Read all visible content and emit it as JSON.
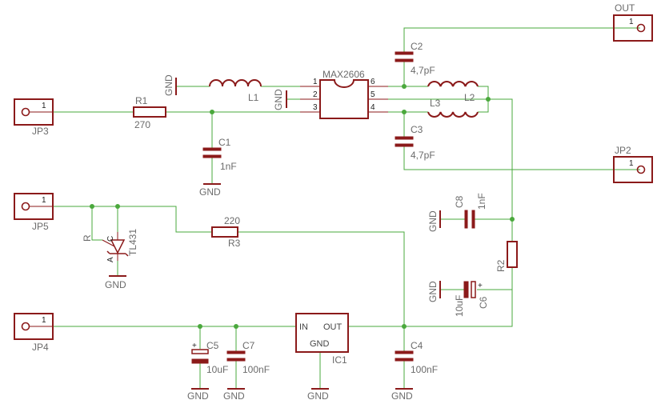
{
  "colors": {
    "wire": "#4aa83c",
    "symbol": "#8b1a1a",
    "label": "#6b6b6b"
  },
  "connectors": {
    "out": {
      "name": "OUT",
      "pin": "1"
    },
    "jp2": {
      "name": "JP2",
      "pin": "1"
    },
    "jp3": {
      "name": "JP3",
      "pin": "1"
    },
    "jp4": {
      "name": "JP4",
      "pin": "1"
    },
    "jp5": {
      "name": "JP5",
      "pin": "1"
    }
  },
  "components": {
    "r1": {
      "name": "R1",
      "value": "270"
    },
    "r2": {
      "name": "R2"
    },
    "r3": {
      "name": "R3",
      "value": "220"
    },
    "l1": {
      "name": "L1"
    },
    "l2": {
      "name": "L2"
    },
    "l3": {
      "name": "L3"
    },
    "c1": {
      "name": "C1",
      "value": "1nF"
    },
    "c2": {
      "name": "C2",
      "value": "4,7pF"
    },
    "c3": {
      "name": "C3",
      "value": "4,7pF"
    },
    "c4": {
      "name": "C4",
      "value": "100nF"
    },
    "c5": {
      "name": "C5",
      "value": "10uF"
    },
    "c6": {
      "name": "C6",
      "value": "10uF"
    },
    "c7": {
      "name": "C7",
      "value": "100nF"
    },
    "c8": {
      "name": "C8",
      "value": "1nF"
    },
    "plus": "+",
    "max2606": {
      "name": "MAX2606",
      "pins": [
        "1",
        "2",
        "3",
        "4",
        "5",
        "6"
      ]
    },
    "tl431": {
      "name": "TL431",
      "r": "R",
      "c": "C",
      "a": "A"
    },
    "ic1": {
      "name": "IC1",
      "in": "IN",
      "out": "OUT",
      "gnd": "GND"
    }
  },
  "gnd": "GND"
}
